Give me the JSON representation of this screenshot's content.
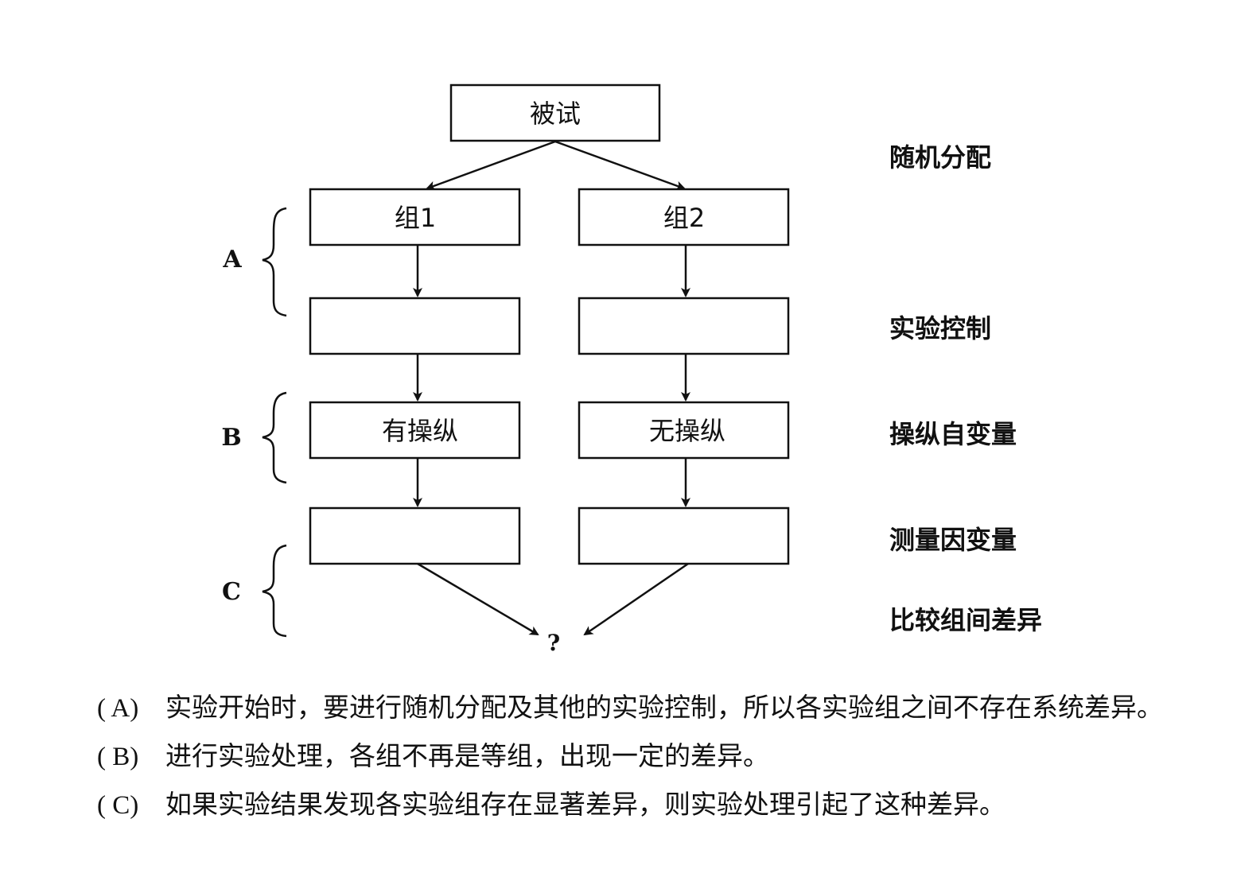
{
  "diagram": {
    "top_box": "被试",
    "groups": [
      {
        "name": "组1",
        "treatment": "有操纵"
      },
      {
        "name": "组2",
        "treatment": "无操纵"
      }
    ],
    "stage_labels": {
      "random_assignment": "随机分配",
      "experimental_control": "实验控制",
      "manipulate_iv": "操纵自变量",
      "measure_dv": "测量因变量",
      "compare_groups": "比较组间差异"
    },
    "braces": {
      "a": "A",
      "b": "B",
      "c": "C"
    },
    "result": "?"
  },
  "captions": [
    {
      "label": "( A)",
      "text": "实验开始时，要进行随机分配及其他的实验控制，所以各实验组之间不存在系统差异。"
    },
    {
      "label": "( B)",
      "text": "进行实验处理，各组不再是等组，出现一定的差异。"
    },
    {
      "label": "( C)",
      "text": "如果实验结果发现各实验组存在显著差异，则实验处理引起了这种差异。"
    }
  ]
}
